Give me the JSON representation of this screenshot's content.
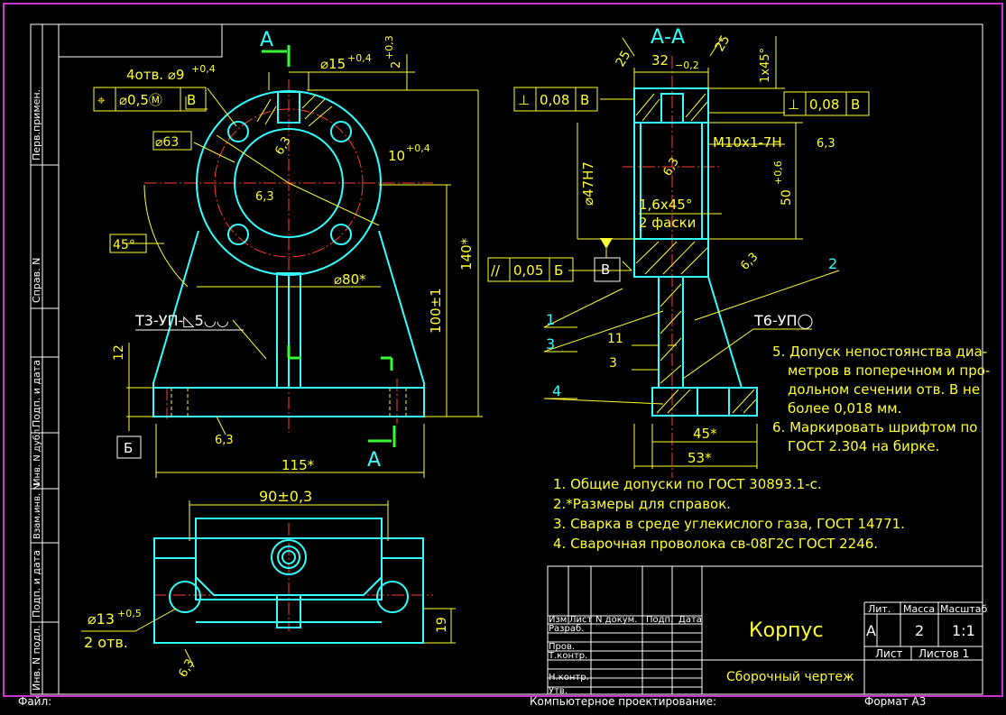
{
  "colors": {
    "outline": "#33ffff",
    "dimension": "#ffff33",
    "frame": "#ffffff",
    "center": "#ff3b2f",
    "section": "#33ff33",
    "border": "#cc33cc"
  },
  "side_labels": [
    "Перв.примен.",
    "Справ. N",
    "Подп. и дата",
    "Инв. N дубл.",
    "Взам.инв. N",
    "Подп. и дата",
    "Инв. N подл."
  ],
  "front_view": {
    "section_mark_top": "А",
    "section_mark_bottom": "А",
    "holes_note": "4отв. ⌀9",
    "holes_tol": "+0,4",
    "position_tol": {
      "sym": "⌖",
      "value": "⌀0,5Ⓜ",
      "datum": "В"
    },
    "dia15": "⌀15",
    "dia15_tol": "+0,4",
    "dim2": "2",
    "dim2_tol": "+0,3",
    "dia63": "⌀63",
    "rough1": "6,3",
    "rough2": "6,3",
    "rough3": "6,3",
    "dim10": "10",
    "dim10_tol": "+0,4",
    "angle45": "45°",
    "dia80": "⌀80*",
    "weld_left": "Т3-УП-◺5◡◡",
    "dim100": "100±1",
    "dim140": "140*",
    "dim12": "12",
    "datum_b": "Б",
    "dim115": "115*"
  },
  "section_view": {
    "title": "А-А",
    "dim25a": "25",
    "dim25b": "25",
    "dim32": "32",
    "dim32_tol": "−0,2",
    "chamfer": "1x45°",
    "perp_left": {
      "sym": "⊥",
      "value": "0,08",
      "datum": "В"
    },
    "perp_right": {
      "sym": "⊥",
      "value": "0,08",
      "datum": "В"
    },
    "rough_right": "6,3",
    "thread": "M10x1-7H",
    "dia47": "⌀47H7",
    "rough_inner": "6,3",
    "dim50": "50",
    "dim50_tol": "+0,6",
    "chamfer2": "1,6x45°",
    "chamfer2_note": "2 фаски",
    "datum_v": "В",
    "parallel": {
      "sym": "//",
      "value": "0,05",
      "datum": "Б"
    },
    "rough_outer": "6,3",
    "leader1": "1",
    "leader2": "2",
    "leader3": "3",
    "leader4": "4",
    "weld_right": "Т6-УП◯",
    "dim11": "11",
    "dim3": "3",
    "dim45": "45*",
    "dim53": "53*"
  },
  "top_view": {
    "dim90": "90±0,3",
    "dia13": "⌀13",
    "dia13_tol": "+0,5",
    "two_holes": "2 отв.",
    "dim19": "19",
    "rough": "6,3"
  },
  "notes": {
    "right": [
      "5. Допуск непостоянства диа-",
      "метров в поперечном и про-",
      "дольном сечении отв. В не",
      "более 0,018 мм.",
      "6. Маркировать шрифтом по",
      "ГОСТ 2.304 на бирке."
    ],
    "general": [
      "1. Общие допуски по ГОСТ 30893.1-с.",
      "2.*Размеры для справок.",
      "3. Сварка в среде углекислого газа, ГОСТ 14771.",
      "4. Сварочная проволока св-08Г2С ГОСТ 2246."
    ]
  },
  "title_block": {
    "name": "Корпус",
    "doc_type": "Сборочный чертеж",
    "lit_header": "Лит.",
    "mass_header": "Масса",
    "scale_header": "Масштаб",
    "lit": "А",
    "mass": "2",
    "scale": "1:1",
    "sheet": "Лист",
    "sheets": "Листов  1",
    "cols": [
      "Изм",
      "Лист",
      "N докум.",
      "Подп.",
      "Дата"
    ],
    "rows": [
      "Разраб.",
      "Пров.",
      "Т.контр.",
      "",
      "Н.контр.",
      "Утв."
    ]
  },
  "footer": {
    "file": "Файл:",
    "cad": "Компьютерное проектирование:",
    "format": "Формат А3"
  }
}
